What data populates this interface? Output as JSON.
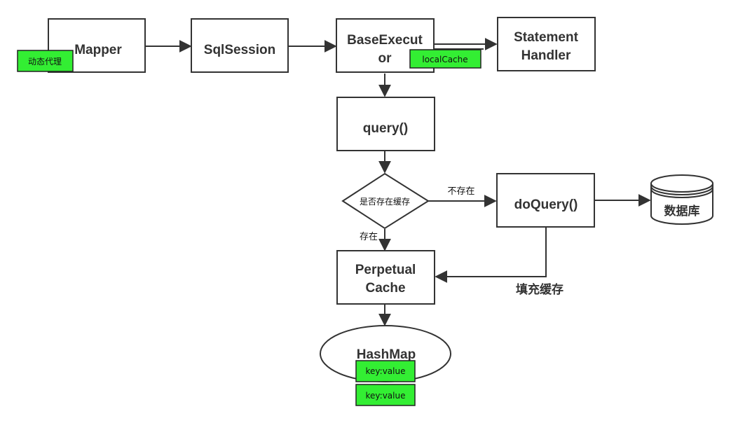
{
  "nodes": {
    "mapper": "Mapper",
    "sqlsession": "SqlSession",
    "base_executor_line1": "BaseExecut",
    "base_executor_line2": "or",
    "statement_handler_line1": "Statement",
    "statement_handler_line2": "Handler",
    "query": "query()",
    "decision": "是否存在缓存",
    "doquery": "doQuery()",
    "database": "数据库",
    "perpetual_cache_line1": "Perpetual",
    "perpetual_cache_line2": "Cache",
    "hashmap": "HashMap"
  },
  "tags": {
    "dynamic_proxy": "动态代理",
    "local_cache": "localCache",
    "key_value_1": "key:value",
    "key_value_2": "key:value"
  },
  "edge_labels": {
    "not_exists": "不存在",
    "exists": "存在",
    "fill_cache": "填充缓存"
  },
  "colors": {
    "stroke": "#333333",
    "tag_fill": "#33ee33",
    "tag_stroke": "#222222"
  }
}
